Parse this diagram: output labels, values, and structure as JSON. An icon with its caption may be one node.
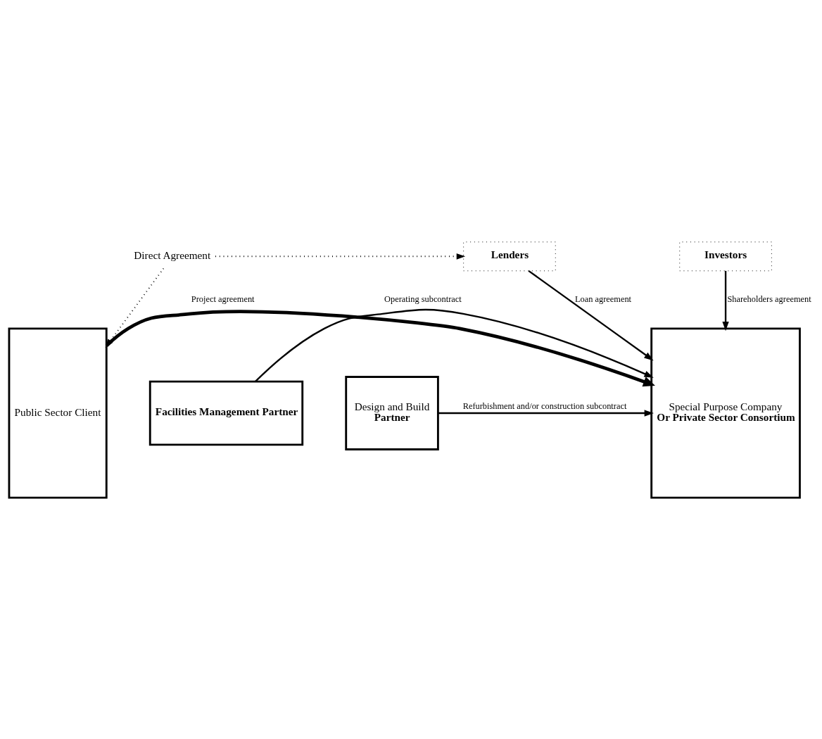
{
  "diagram": {
    "nodes": [
      {
        "text": [
          "Direct Agreement"
        ]
      },
      {
        "text": [
          "Lenders"
        ]
      },
      {
        "text": [
          "Public Sector Client"
        ]
      },
      {
        "text": [
          "Special Purpose Company",
          "Or Private Sector Consortium"
        ]
      },
      {
        "text": [
          "Facilities Management Partner"
        ]
      },
      {
        "text": [
          "Design and Build",
          "Partner"
        ]
      },
      {
        "text": [
          "Investors"
        ]
      }
    ],
    "edges": [
      {
        "from": 0,
        "to": 1,
        "arrow": "to",
        "style": "dashed"
      },
      {
        "from": 0,
        "to": 2,
        "arrow": "to",
        "style": "dashed"
      },
      {
        "from": 1,
        "to": 3,
        "arrow": "to",
        "label": "Loan agreement"
      },
      {
        "from": 2,
        "to": 3,
        "arrow": "to",
        "label": "Project agreement",
        "style": "thick"
      },
      {
        "from": 4,
        "to": 3,
        "arrow": "to",
        "label": "Operating subcontract"
      },
      {
        "from": 5,
        "to": 3,
        "arrow": "to",
        "label": "Refurbishment and/or construction subcontract"
      },
      {
        "from": 6,
        "to": 3,
        "arrow": "to",
        "label": "Shareholders agreement"
      }
    ]
  }
}
